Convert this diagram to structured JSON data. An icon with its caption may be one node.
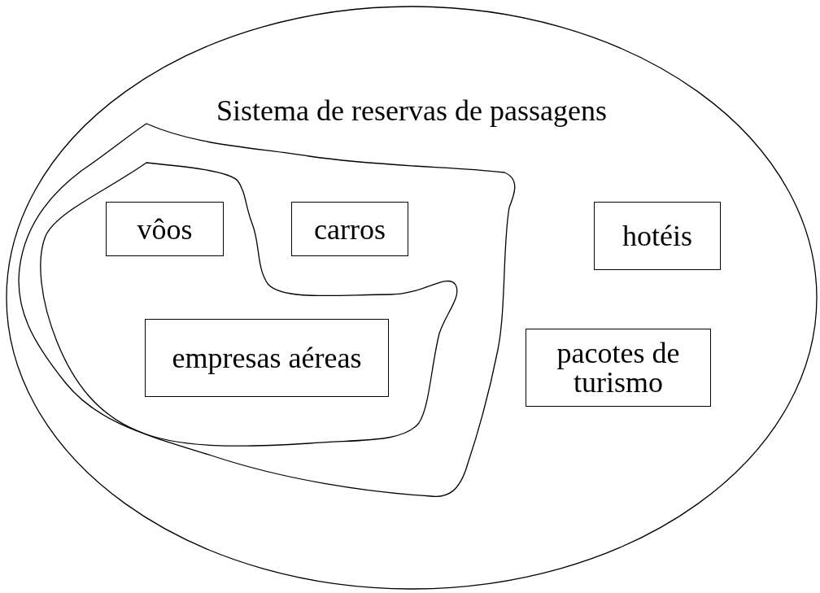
{
  "diagram": {
    "nodes": [
      {
        "text": [
          "Sistema de reservas de passagens"
        ]
      },
      {
        "text": [],
        "shape": "blob",
        "in": 0
      },
      {
        "text": [],
        "shape": "blob",
        "in": 1
      },
      {
        "text": [
          "vôos"
        ],
        "in": 2
      },
      {
        "text": [
          "carros"
        ],
        "in": 2
      },
      {
        "text": [
          "empresas aéreas"
        ],
        "in": 2
      },
      {
        "text": [
          "hotéis"
        ],
        "in": 0
      },
      {
        "text": [
          "pacotes de turismo"
        ],
        "in": 0
      }
    ]
  }
}
